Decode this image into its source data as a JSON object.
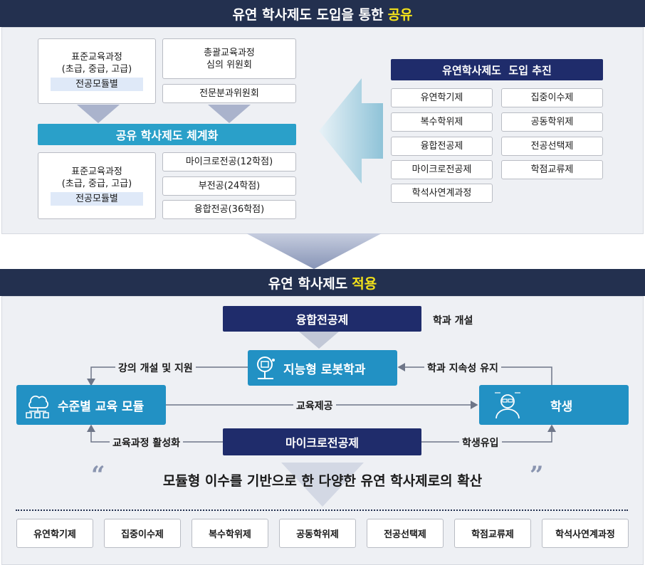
{
  "top": {
    "title_prefix": "유연 학사제도 도입을 통한",
    "title_highlight": "공유",
    "upper_left": {
      "line1": "표준교육과정",
      "line2": "(초급, 중급, 고급)",
      "chip": "전공모듈별"
    },
    "committee": {
      "line1": "총괄교육과정",
      "line2": "심의 위원회"
    },
    "subcommittee": "전문분과위원회",
    "system_bar": "공유 학사제도 체계화",
    "lower_left": {
      "line1": "표준교육과정",
      "line2": "(초급, 중급, 고급)",
      "chip": "전공모듈별"
    },
    "credits": [
      "마이크로전공(12학점)",
      "부전공(24학점)",
      "융합전공(36학점)"
    ],
    "promo_title": "유연학사제도  도입 추진",
    "promo_items": [
      "유연학기제",
      "집중이수제",
      "복수학위제",
      "공동학위제",
      "융합전공제",
      "전공선택제",
      "마이크로전공제",
      "학점교류제",
      "학석사연계과정"
    ]
  },
  "bottom": {
    "title_prefix": "유연 학사제도",
    "title_highlight": "적용",
    "fusion_bar": "융합전공제",
    "dept_open": "학과 개설",
    "robot_dept": "지능형 로봇학과",
    "lecture_support": "강의 개설 및 지원",
    "dept_sustain": "학과 지속성 유지",
    "module": "수준별 교육 모듈",
    "student": "학생",
    "edu_provide": "교육제공",
    "micro_bar": "마이크로전공제",
    "curriculum_active": "교육과정 활성화",
    "student_inflow": "학생유입",
    "quote_text": "모듈형 이수를 기반으로 한 다양한 유연 학사제로의 확산",
    "systems": [
      "유연학기제",
      "집중이수제",
      "복수학위제",
      "공동학위제",
      "전공선택제",
      "학점교류제",
      "학석사연계과정"
    ]
  },
  "colors": {
    "header": "#23304f",
    "highlight": "#f4e21a",
    "teal": "#2aa0c9",
    "navy": "#1f2c6b",
    "blue_box": "#2291c4",
    "panel": "#eef0f4"
  }
}
